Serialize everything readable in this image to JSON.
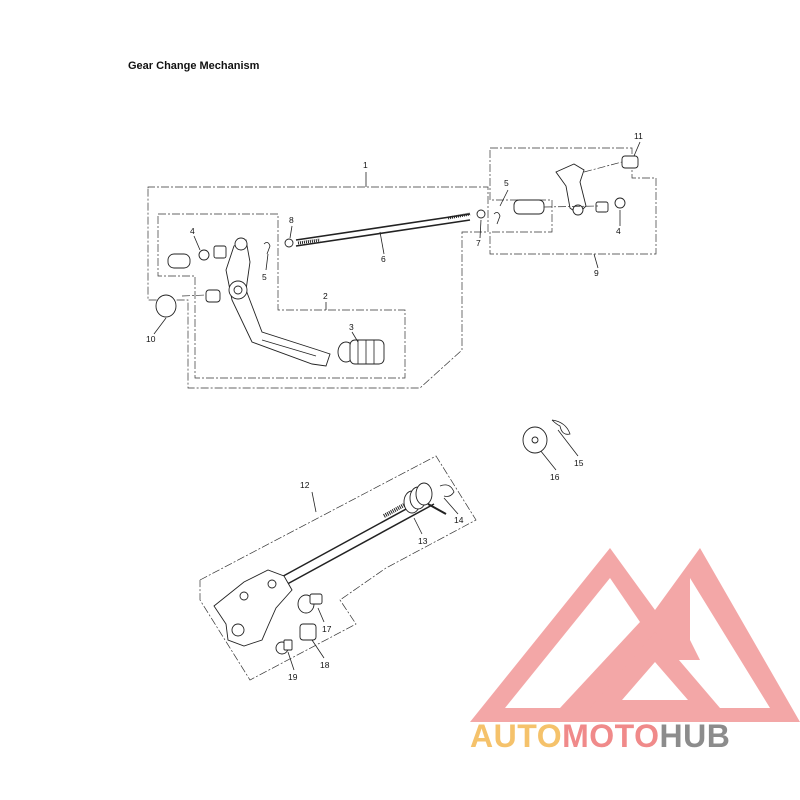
{
  "title": "Gear Change Mechanism",
  "callouts": {
    "c1": "1",
    "c2": "2",
    "c3": "3",
    "c4a": "4",
    "c4b": "4",
    "c5a": "5",
    "c5b": "5",
    "c6": "6",
    "c7": "7",
    "c8": "8",
    "c9": "9",
    "c10": "10",
    "c11": "11",
    "c12": "12",
    "c13": "13",
    "c14": "14",
    "c15": "15",
    "c16": "16",
    "c17": "17",
    "c18": "18",
    "c19": "19"
  },
  "watermark": {
    "part1": "AUTO",
    "part2": "MOTO",
    "part3": "HUB",
    "color_yellow": "#f5c26b",
    "color_red": "#f08a8a",
    "color_gray": "#8c8c8c"
  }
}
